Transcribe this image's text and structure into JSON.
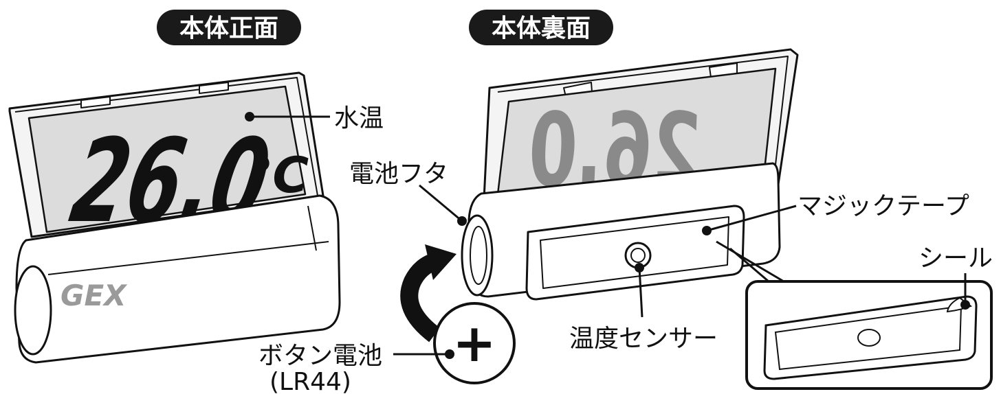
{
  "headings": {
    "front": "本体正面",
    "back": "本体裏面"
  },
  "front_display": {
    "reading": "26.0",
    "unit": "℃",
    "brand": "GEX"
  },
  "back_display": {
    "mirrored_reading": "26.0"
  },
  "labels": {
    "water_temp": "水温",
    "battery_cover": "電池フタ",
    "magic_tape": "マジックテープ",
    "seal": "シール",
    "temp_sensor": "温度センサー",
    "button_battery": "ボタン電池",
    "battery_model": "(LR44)",
    "battery_symbol": "+"
  },
  "colors": {
    "outline": "#111111",
    "lcd_bg": "#dcdcdc",
    "lcd_digits_front": "#111111",
    "lcd_digits_back": "#8a8a8a",
    "brand_text": "#9a9a9a",
    "pill_bg": "#1a1a1a"
  }
}
